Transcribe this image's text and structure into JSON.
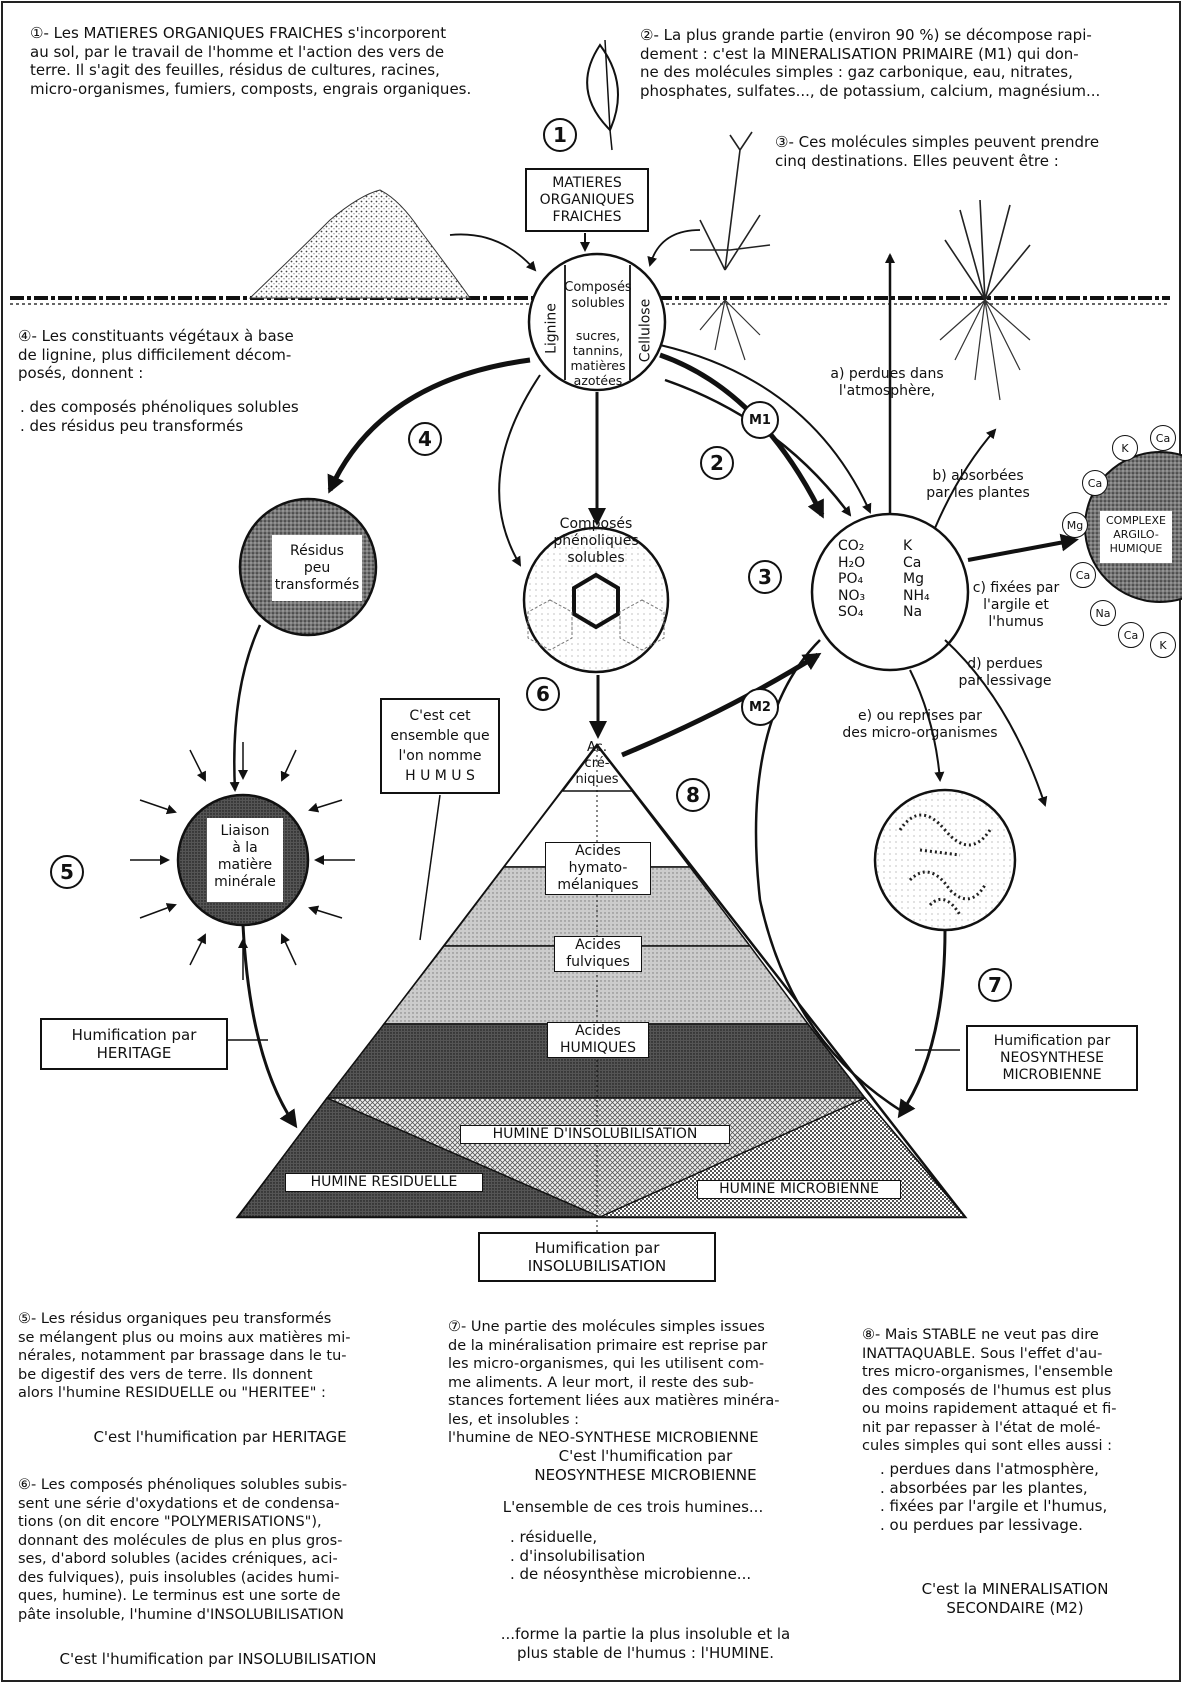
{
  "texts": {
    "t1": "①- Les MATIERES ORGANIQUES FRAICHES s'incorporent\nau sol, par le travail de l'homme  et l'action des vers de\nterre. Il s'agit des feuilles, résidus de cultures, racines,\nmicro-organismes, fumiers, composts, engrais organiques.",
    "t2": "②- La plus grande partie (environ 90 %) se décompose rapi-\ndement : c'est la MINERALISATION PRIMAIRE (M1) qui don-\nne des molécules simples : gaz carbonique, eau, nitrates,\nphosphates, sulfates..., de potassium, calcium, magnésium...",
    "t3": "③- Ces molécules simples peuvent prendre\ncinq destinations. Elles peuvent être :",
    "t4": "④- Les constituants végétaux à base\nde lignine,  plus difficilement décom-\nposés, donnent :",
    "t4a": ". des composés phénoliques solubles\n. des résidus peu transformés",
    "t5": "⑤- Les résidus organiques peu transformés\nse mélangent plus ou moins aux matières mi-\nnérales, notamment par brassage dans le tu-\nbe digestif des vers de terre.  Ils donnent\nalors l'humine RESIDUELLE ou \"HERITEE\" :",
    "t5b": "C'est l'humification par HERITAGE",
    "t6": "⑥- Les composés phénoliques solubles subis-\nsent une série d'oxydations et de condensa-\ntions (on dit encore \"POLYMERISATIONS\"),\ndonnant des molécules de plus en plus gros-\nses, d'abord solubles (acides créniques, aci-\ndes fulviques), puis insolubles (acides humi-\nques, humine). Le terminus est une sorte de\npâte insoluble, l'humine d'INSOLUBILISATION",
    "t6b": "C'est l'humification par INSOLUBILISATION",
    "t7": "⑦- Une partie des molécules simples issues\nde la minéralisation primaire est reprise par\nles micro-organismes, qui les utilisent  com-\nme aliments. A leur mort, il reste des sub-\nstances fortement liées aux matières minéra-\nles, et insolubles :\nl'humine de NEO-SYNTHESE MICROBIENNE",
    "t7b": "C'est l'humification par\nNEOSYNTHESE MICROBIENNE",
    "t7c": "L'ensemble de ces trois humines...",
    "t7d": ". résiduelle,\n. d'insolubilisation\n. de néosynthèse microbienne...",
    "t7e": "...forme la partie la plus insoluble et la\nplus stable de l'humus : l'HUMINE.",
    "t8": "⑧- Mais STABLE ne veut pas dire\nINATTAQUABLE. Sous l'effet d'au-\ntres micro-organismes,  l'ensemble\ndes composés de l'humus  est plus\nou moins rapidement attaqué et fi-\nnit par repasser  à l'état de molé-\ncules simples qui sont elles aussi :",
    "t8a": ". perdues dans l'atmosphère,\n. absorbées par les plantes,\n. fixées par l'argile et l'humus,\n. ou perdues par lessivage.",
    "t8b": "C'est la MINERALISATION\nSECONDAIRE (M2)"
  },
  "labels": {
    "mof": "MATIERES\nORGANIQUES\nFRAICHES",
    "lignine": "Lignine",
    "cellulose": "Cellulose",
    "solubles": "Composés\nsolubles",
    "sucres": "sucres,\ntannins,\nmatières\nazotées",
    "phenol": "Composés\nphénoliques\nsolubles",
    "residus": "Résidus\npeu\ntransformés",
    "liaison": "Liaison\nà la\nmatière\nminérale",
    "humus_box": "C'est cet\nensemble que\nl'on nomme\nH U M U S",
    "ac_cren": "Ac.\ncré-\nniques",
    "ac_hym": "Acides\nhymato-\nmélaniques",
    "ac_fulv": "Acides\nfulviques",
    "ac_hum": "Acides\nHUMIQUES",
    "humine_insol": "HUMINE D'INSOLUBILISATION",
    "humine_res": "HUMINE RESIDUELLE",
    "humine_mic": "HUMINE MICROBIENNE",
    "hum_her": "Humification par\nHERITAGE",
    "hum_neo": "Humification par\nNEOSYNTHESE\nMICROBIENNE",
    "hum_ins": "Humification par\nINSOLUBILISATION",
    "complexe": "COMPLEXE\nARGILO-\nHUMIQUE",
    "mol_left": "CO₂\nH₂O\nPO₄\nNO₃\nSO₄",
    "mol_right": "K\nCa\nMg\nNH₄\nNa",
    "dest_a": "a) perdues dans\nl'atmosphère,",
    "dest_b": "b) absorbées\npar les plantes",
    "dest_c": "c) fixées par\nl'argile et\nl'humus",
    "dest_d": "d) perdues\npar lessivage",
    "dest_e": "e) ou reprises par\ndes micro-organismes"
  },
  "numbers": {
    "n1": "1",
    "n2": "2",
    "n3": "3",
    "n4": "4",
    "n5": "5",
    "n6": "6",
    "n7": "7",
    "n8": "8",
    "m1": "M1",
    "m2": "M2"
  },
  "ions": [
    "K",
    "Ca",
    "Ca",
    "Mg",
    "Ca",
    "Na",
    "Ca",
    "K"
  ]
}
